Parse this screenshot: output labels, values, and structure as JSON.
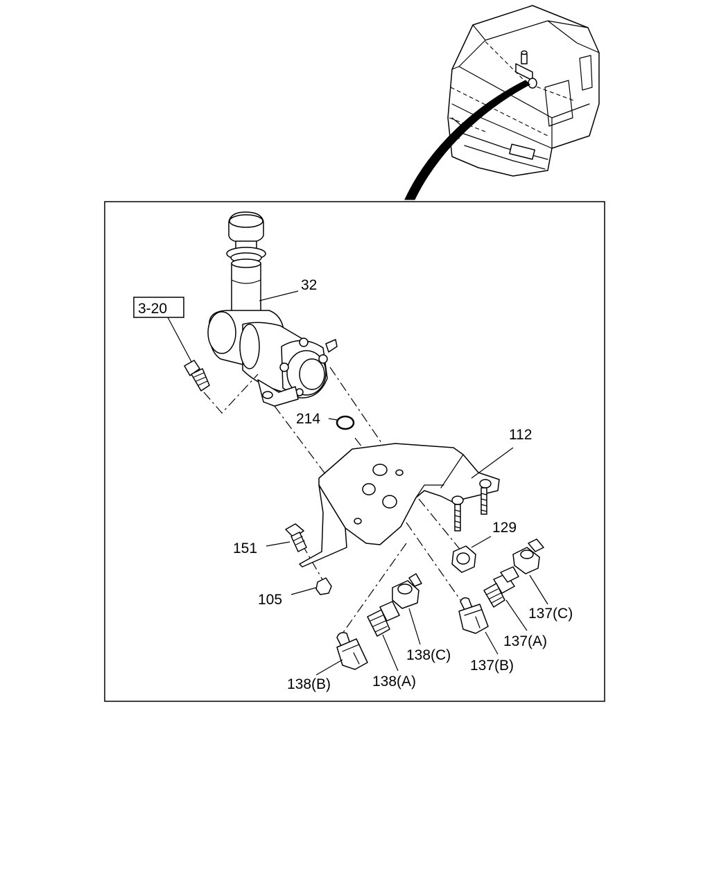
{
  "callouts": {
    "ref_3_20": "3-20",
    "p32": "32",
    "p214": "214",
    "p112": "112",
    "p129": "129",
    "p151": "151",
    "p105": "105",
    "p137c": "137(C)",
    "p137a": "137(A)",
    "p137b": "137(B)",
    "p138c": "138(C)",
    "p138a": "138(A)",
    "p138b": "138(B)"
  },
  "colors": {
    "ink": "#000000",
    "paper": "#ffffff"
  }
}
